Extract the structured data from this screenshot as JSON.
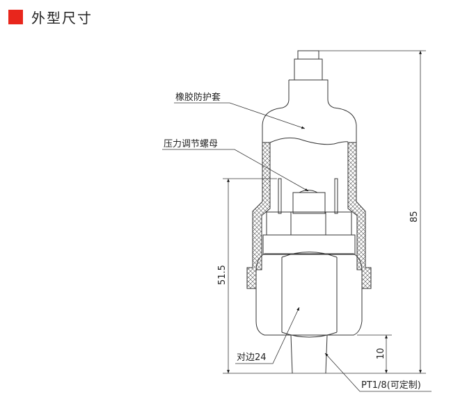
{
  "header": {
    "title": "外型尺寸",
    "accent_color": "#e8261c"
  },
  "labels": {
    "rubber_cover": "橡胶防护套",
    "adjust_nut": "压力调节螺母",
    "hex_flat": "对边24",
    "thread": "PT1/8(可定制)"
  },
  "dimensions": {
    "total_height": "85",
    "body_height": "51.5",
    "thread_length": "10"
  }
}
